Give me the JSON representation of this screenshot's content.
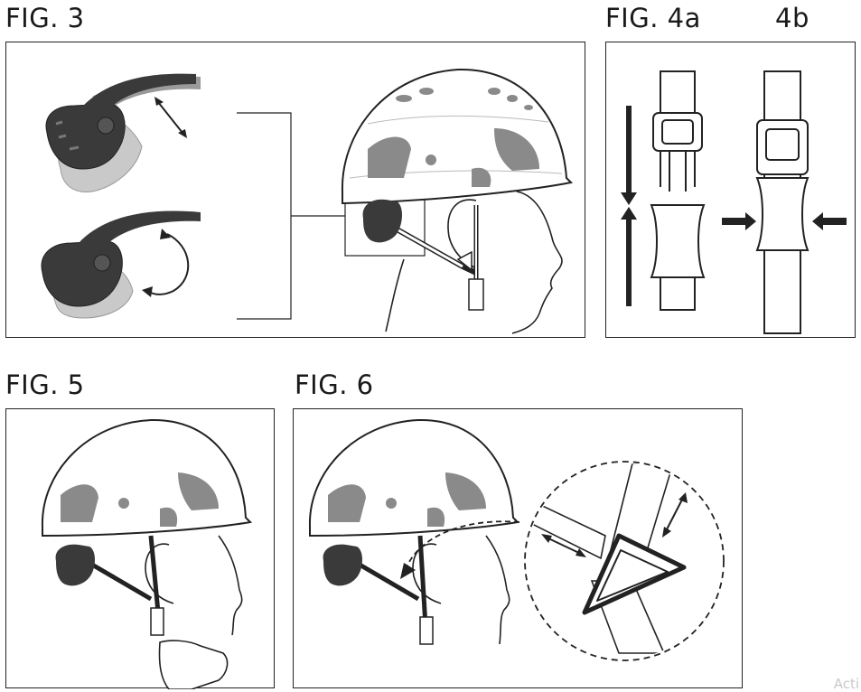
{
  "figures": {
    "fig3": {
      "label": "FIG. 3"
    },
    "fig4": {
      "label_a": "FIG. 4a",
      "label_b": "4b"
    },
    "fig5": {
      "label": "FIG. 5"
    },
    "fig6": {
      "label": "FIG. 6"
    }
  },
  "watermark": "Acti",
  "colors": {
    "outline": "#222222",
    "helmet_fill": "#ffffff",
    "vent_fill": "#8a8a8a",
    "cradle_dark": "#3a3a3a",
    "cradle_ghost": "#b9b9b9",
    "arrow_fill": "#222222"
  }
}
